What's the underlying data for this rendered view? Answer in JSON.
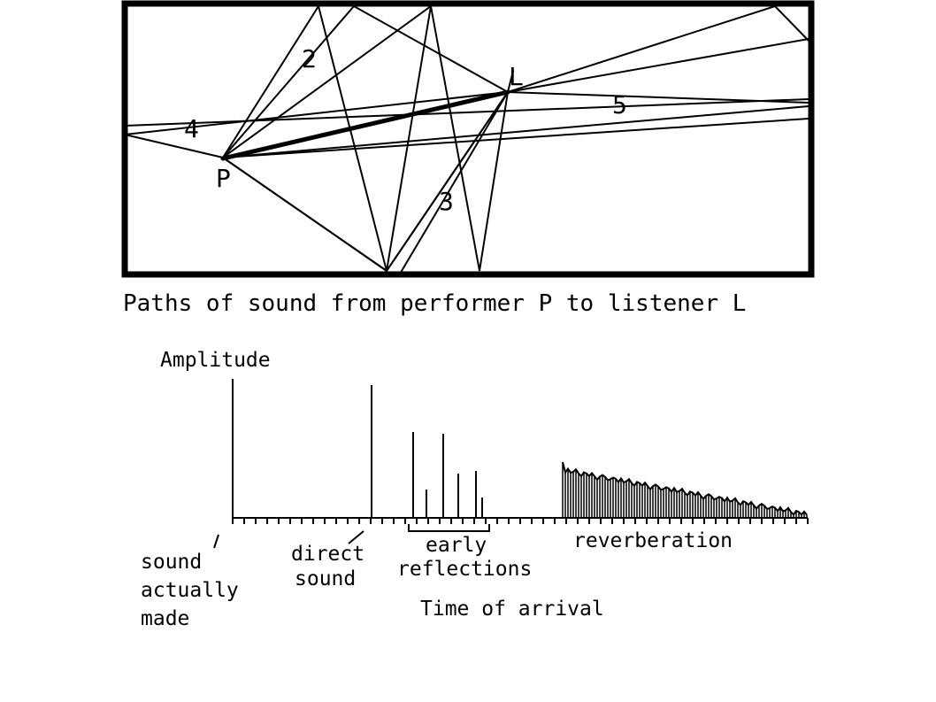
{
  "room_diagram": {
    "caption": "Paths of sound from performer P to listener L",
    "performer_label": "P",
    "listener_label": "L",
    "path_labels": [
      "2",
      "3",
      "4",
      "5"
    ]
  },
  "echogram": {
    "y_label": "Amplitude",
    "x_label": "Time of arrival",
    "annotations": {
      "sound_made": [
        "sound",
        "actually",
        "made"
      ],
      "direct_sound": [
        "direct",
        "sound"
      ],
      "early_reflections": [
        "early",
        "reflections"
      ],
      "reverberation": "reverberation"
    }
  }
}
